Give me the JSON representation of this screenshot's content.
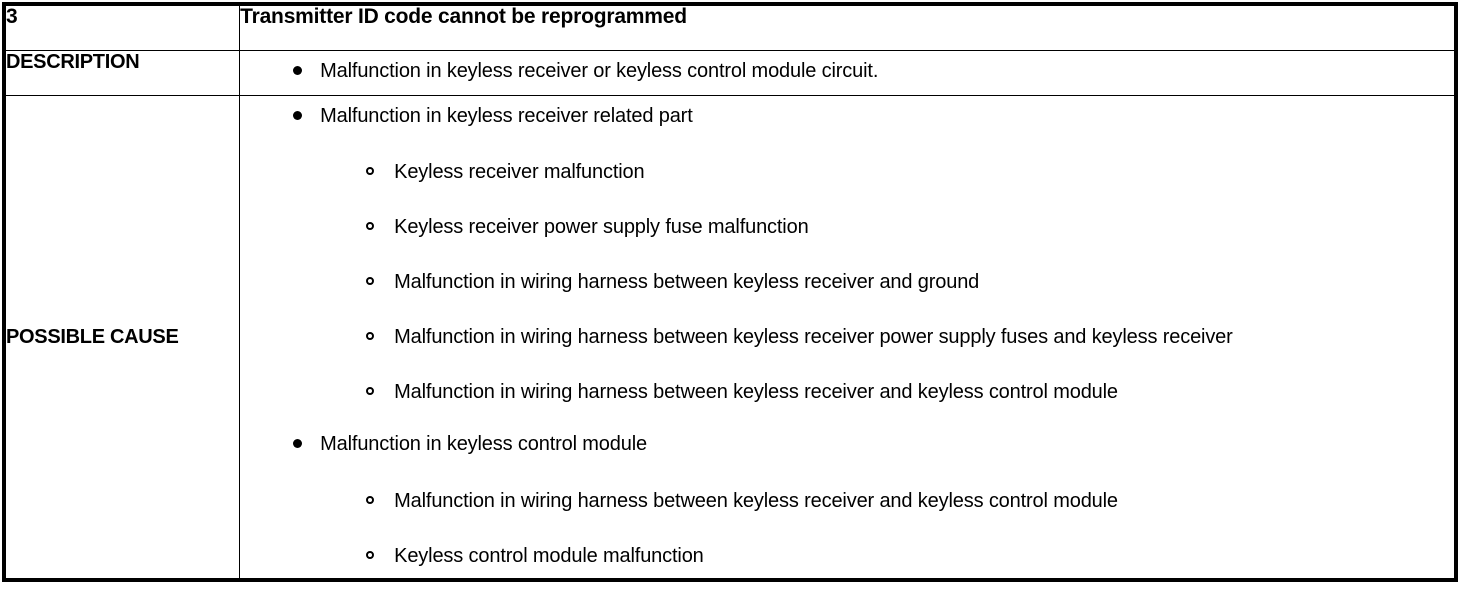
{
  "table": {
    "code_number": "3",
    "code_title": "Transmitter ID code cannot be reprogrammed",
    "rows": [
      {
        "label": "DESCRIPTION",
        "items": [
          {
            "level": 1,
            "text": "Malfunction in keyless receiver or keyless control module circuit."
          }
        ]
      },
      {
        "label": "POSSIBLE CAUSE",
        "items": [
          {
            "level": 1,
            "text": "Malfunction in keyless receiver related part"
          },
          {
            "level": 2,
            "text": "Keyless receiver malfunction"
          },
          {
            "level": 2,
            "text": "Keyless receiver power supply fuse malfunction"
          },
          {
            "level": 2,
            "text": "Malfunction in wiring harness between keyless receiver and ground"
          },
          {
            "level": 2,
            "text": "Malfunction in wiring harness between keyless receiver power supply fuses and keyless receiver"
          },
          {
            "level": 2,
            "text": "Malfunction in wiring harness between keyless receiver and keyless control module"
          },
          {
            "level": 1,
            "text": "Malfunction in keyless control module"
          },
          {
            "level": 2,
            "text": "Malfunction in wiring harness between keyless receiver and keyless control module"
          },
          {
            "level": 2,
            "text": "Keyless control module malfunction"
          }
        ]
      }
    ]
  },
  "colors": {
    "border": "#000000",
    "text": "#000000",
    "background": "#ffffff"
  }
}
